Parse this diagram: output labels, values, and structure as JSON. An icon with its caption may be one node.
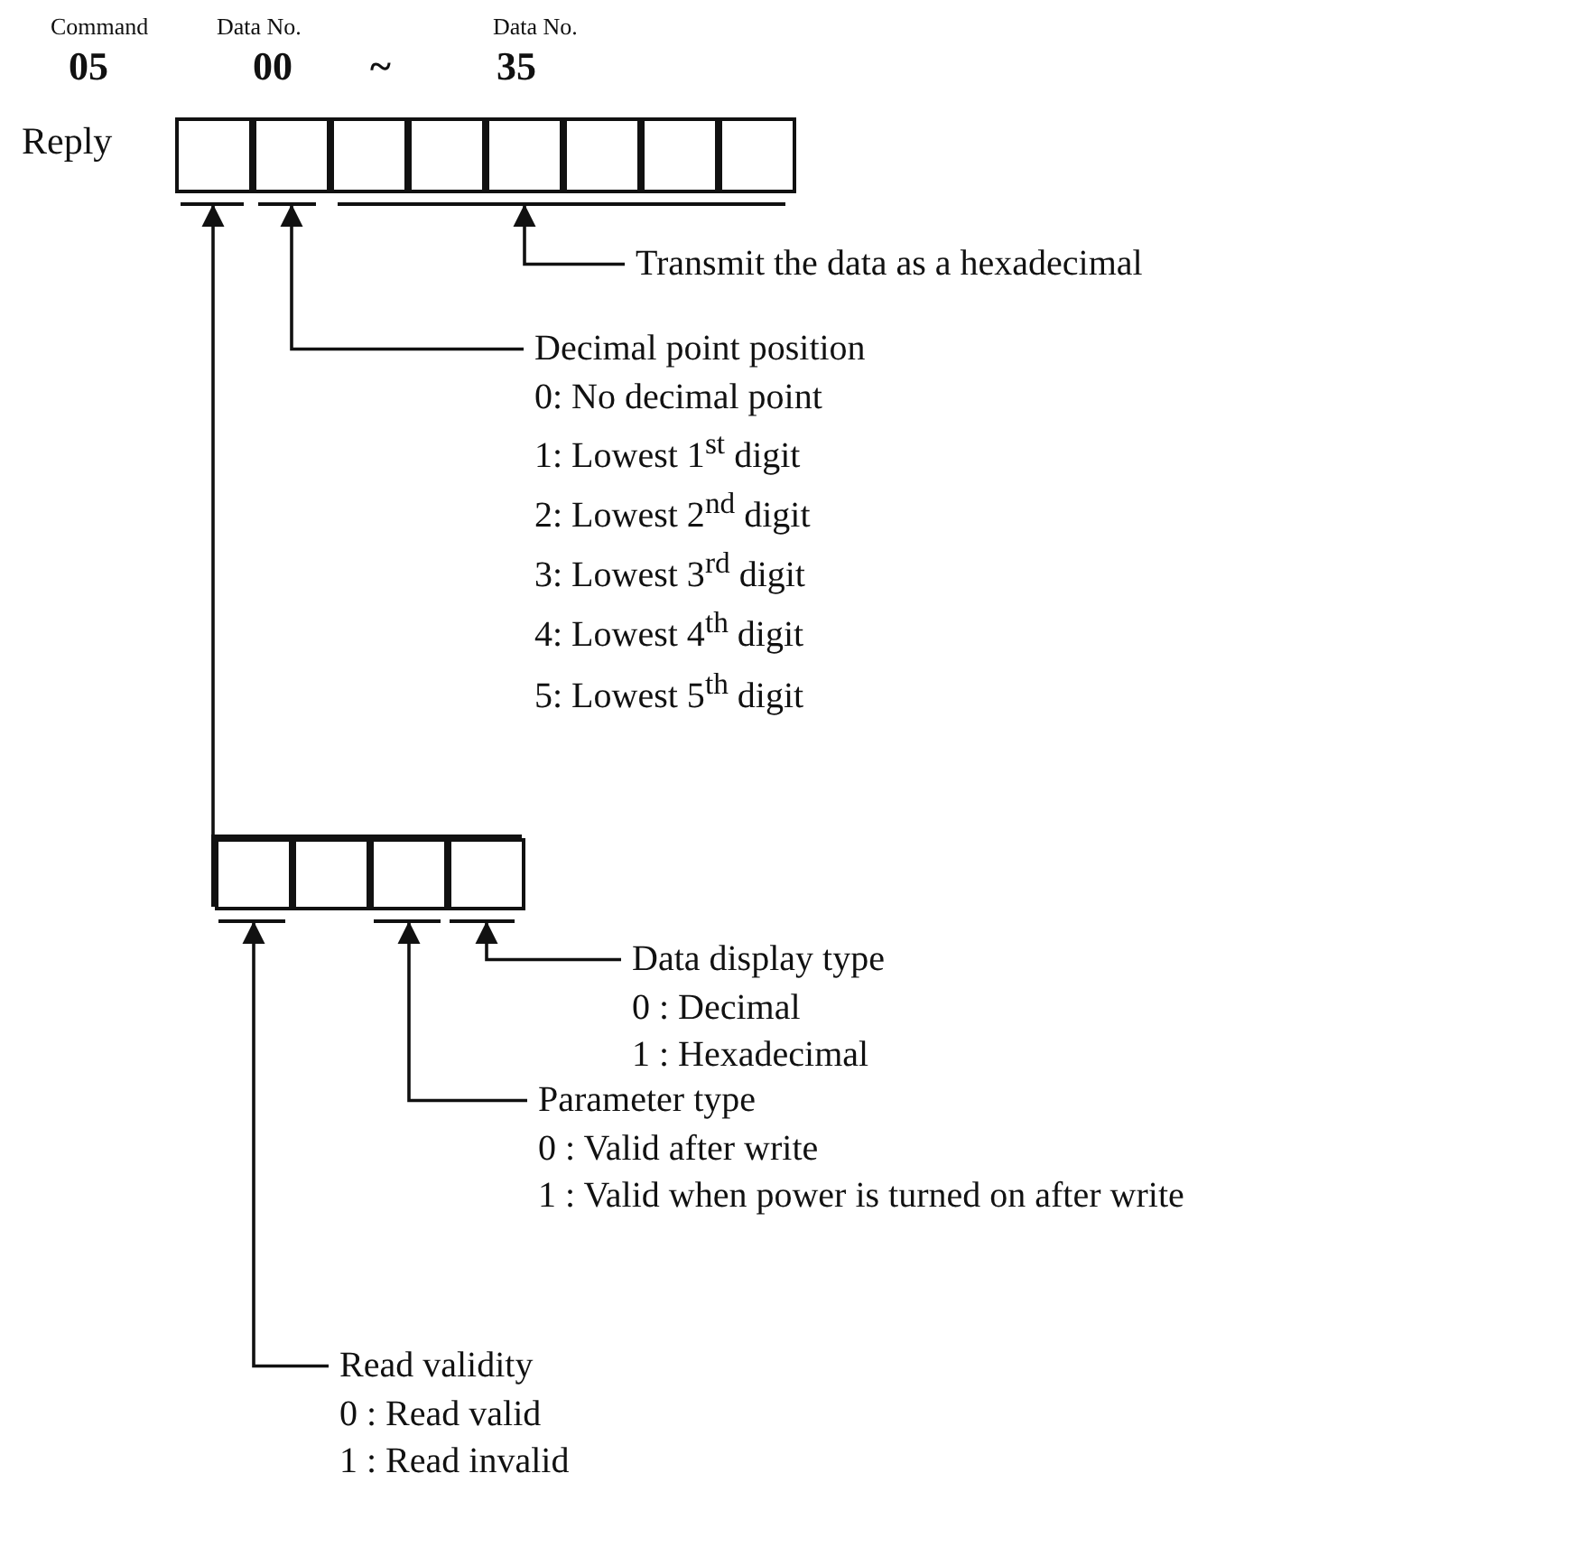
{
  "diagram": {
    "nodes": [
      {
        "text": [],
        "shape": "box"
      },
      {
        "text": [],
        "shape": "box"
      },
      {
        "text": [],
        "shape": "box"
      },
      {
        "text": [],
        "shape": "box"
      },
      {
        "text": [],
        "shape": "box"
      },
      {
        "text": [],
        "shape": "box"
      },
      {
        "text": [],
        "shape": "box"
      },
      {
        "text": [],
        "shape": "box"
      },
      {
        "text": [
          "Transmit the data as a hexadecimal"
        ]
      },
      {
        "text": [
          "Decimal point position",
          "0: No decimal point",
          "1: Lowest 1$^{st}$ digit",
          "2: Lowest 2$^{nd}$ digit",
          "3: Lowest 3$^{rd}$ digit",
          "4: Lowest 4$^{th}$ digit",
          "5: Lowest 5$^{th}$ digit"
        ]
      },
      {
        "text": [],
        "shape": "box"
      },
      {
        "text": [],
        "shape": "box",
        "in": 10
      },
      {
        "text": [],
        "shape": "box",
        "in": 10
      },
      {
        "text": [],
        "shape": "box",
        "in": 10
      },
      {
        "text": [],
        "shape": "box",
        "in": 10
      },
      {
        "text": [
          "Data display type",
          "0 : Decimal",
          "1 : Hexadecimal"
        ]
      },
      {
        "text": [
          "Parameter type",
          "0 : Valid after write",
          "1 : Valid when power is turned on after write"
        ]
      },
      {
        "text": [
          "Read validity",
          "0 : Read valid",
          "1 : Read invalid"
        ]
      }
    ],
    "edges": [
      {
        "from": 8,
        "to": 4,
        "arrow": "to"
      },
      {
        "from": 9,
        "to": 1,
        "arrow": "to"
      },
      {
        "from": 10,
        "to": 0,
        "arrow": "to"
      },
      {
        "from": 15,
        "to": 14,
        "arrow": "to"
      },
      {
        "from": 16,
        "to": 13,
        "arrow": "to"
      },
      {
        "from": 17,
        "to": 11,
        "arrow": "to"
      }
    ],
    "labels": [
      "Command",
      "Data No.",
      "Data No.",
      "05",
      "00",
      "~",
      "35",
      "Reply"
    ]
  }
}
